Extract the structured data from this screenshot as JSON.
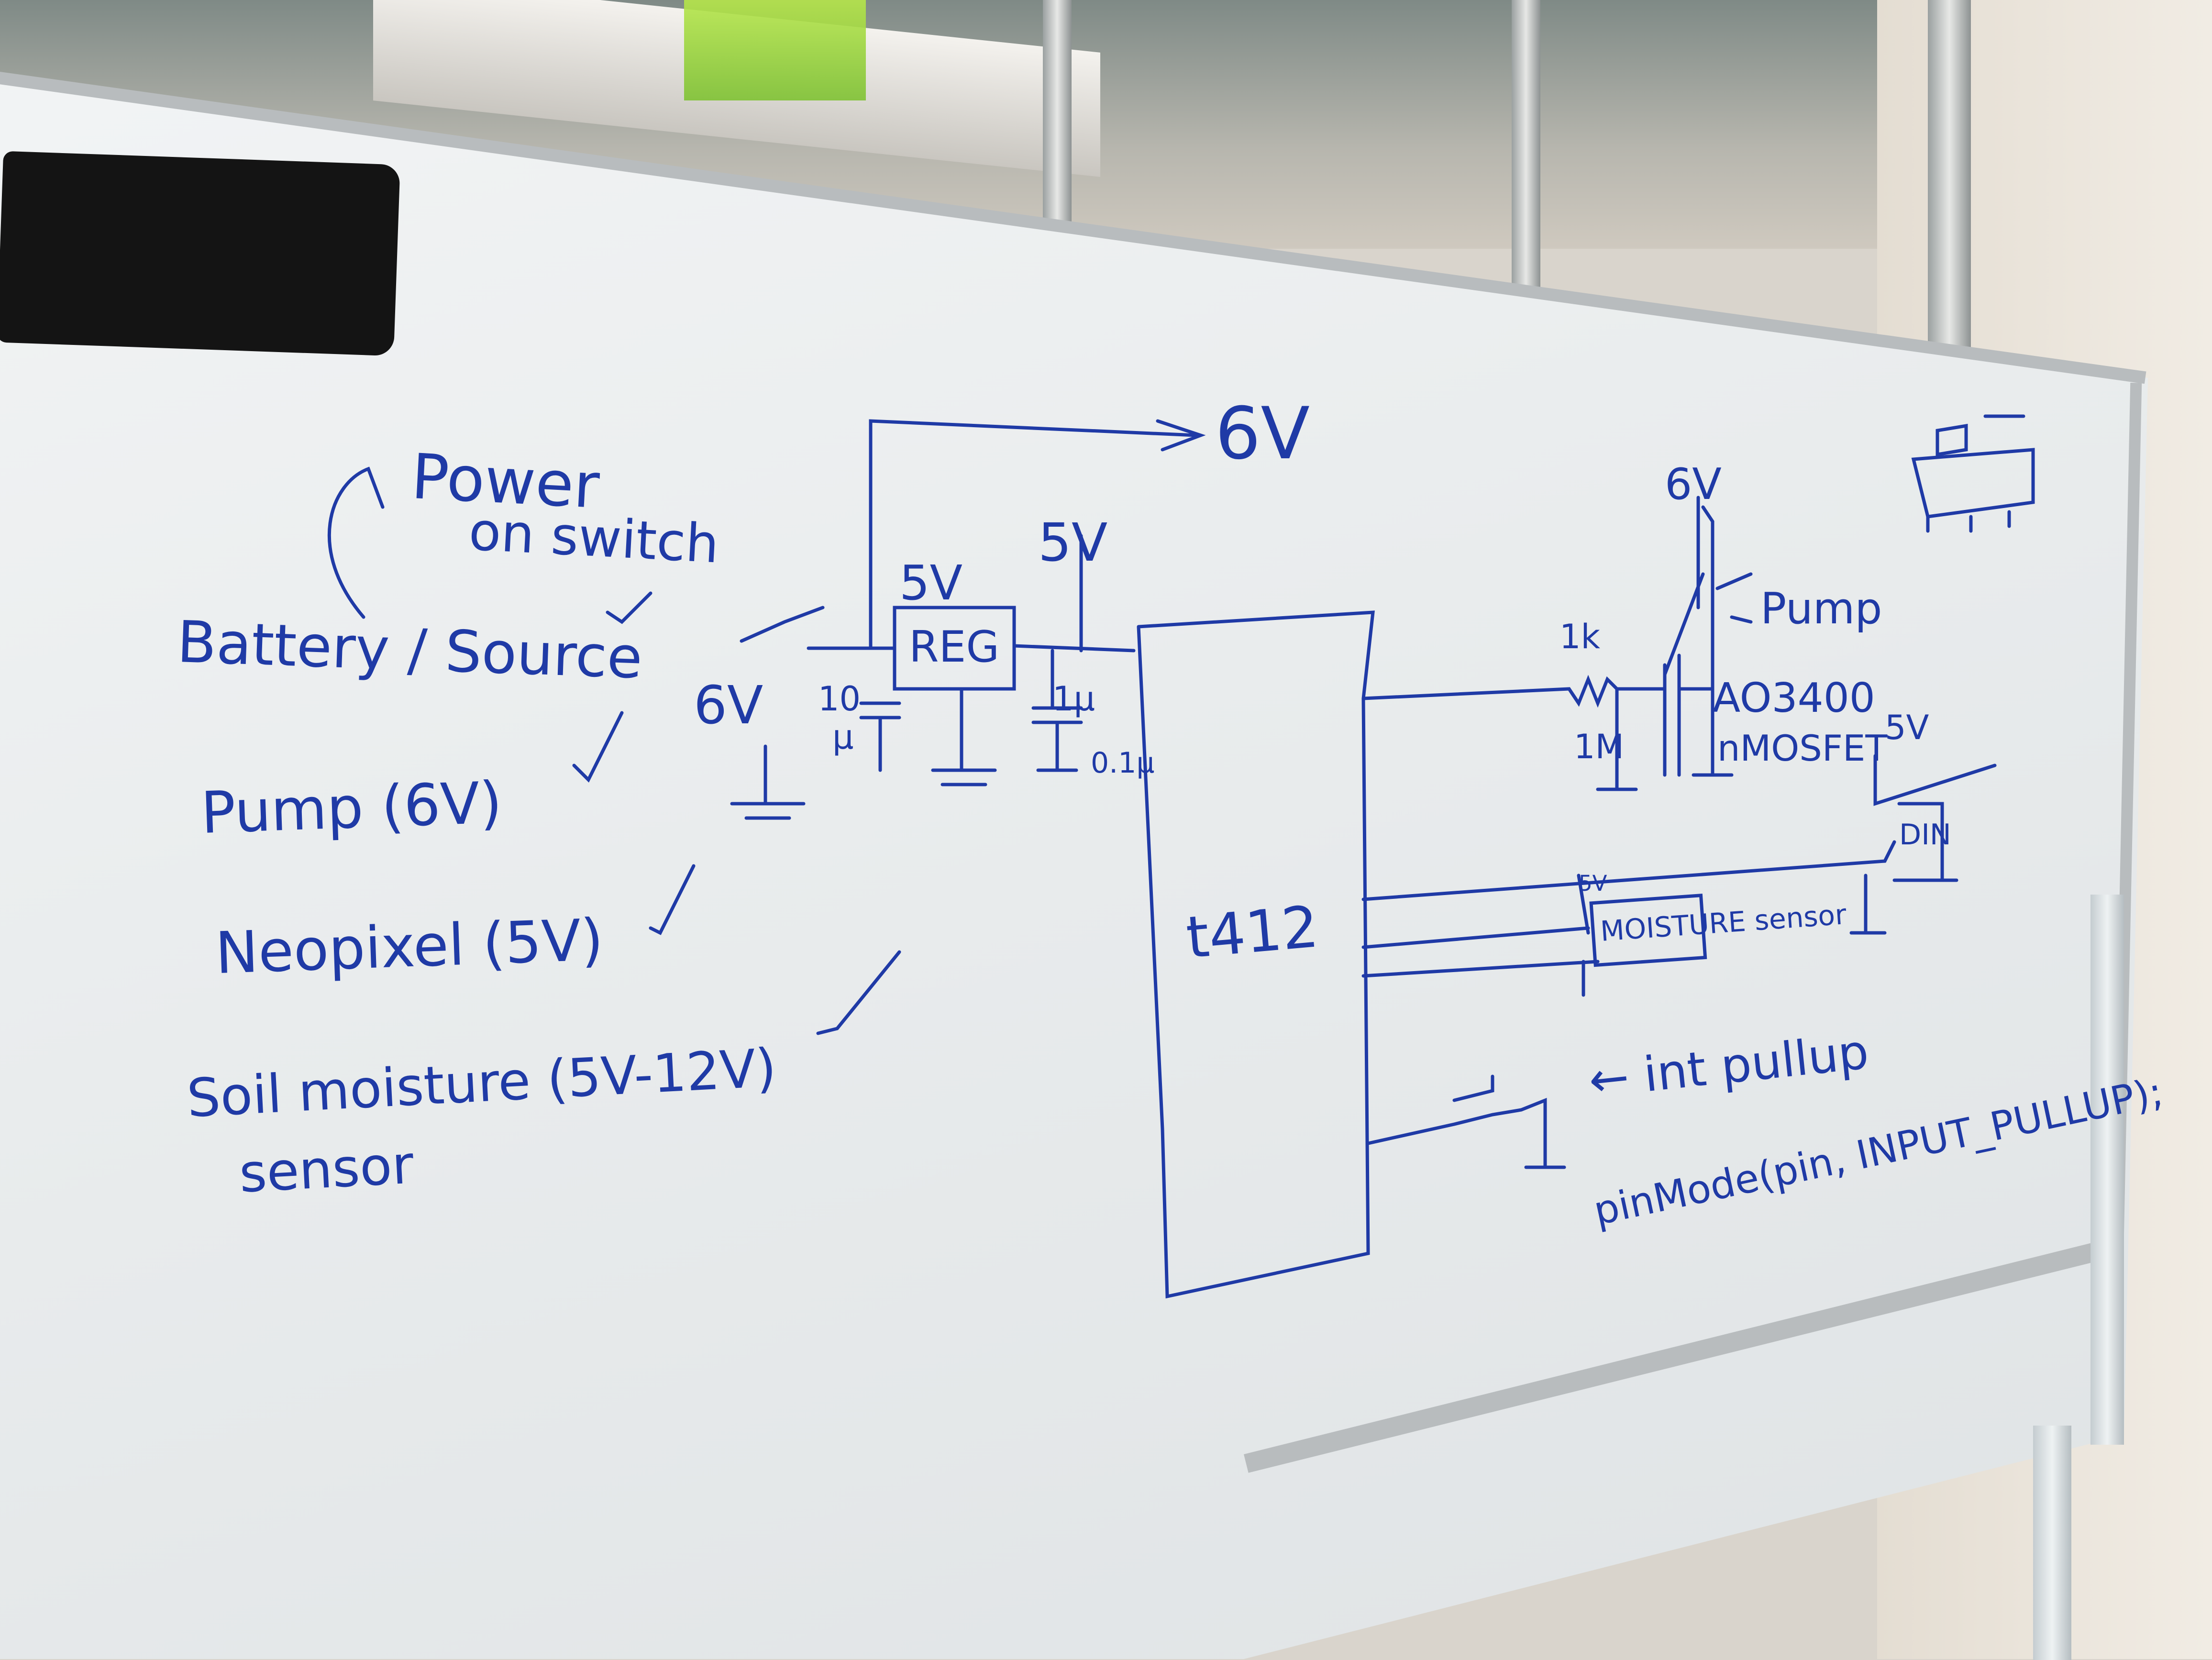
{
  "board": {
    "notes": {
      "power_on_switch_1": "Power",
      "power_on_switch_2": "on switch",
      "battery": "Battery / Source",
      "pump": "Pump (6V)",
      "neopixel": "Neopixel (5V)",
      "soil_1": "Soil moisture (5V-12V)",
      "soil_2": "sensor"
    },
    "circuit": {
      "v6_top": "6V",
      "v5_reg": "5V",
      "reg": "REG",
      "v5_out": "5V",
      "v6_batt": "6V",
      "cap_10": "10",
      "cap_u": "µ",
      "cap_1u": "1µ",
      "cap_01": "0.1µ",
      "mcu": "t412",
      "v6_pump": "6V",
      "pump": "Pump",
      "r1k": "1k",
      "r1m": "1M",
      "mosfet_1": "AO3400",
      "mosfet_2": "nMOSFET",
      "v5_neo": "5V",
      "din": "DIN",
      "sensor_5v": "5V",
      "moisture": "MOISTURE sensor",
      "int_pullup": "← int pullup",
      "pinmode": "pinMode(pin, INPUT_PULLUP);"
    }
  },
  "colors": {
    "marker": "#1f3aa6",
    "board": "#eef0f1",
    "frame": "#b8bcbe"
  }
}
